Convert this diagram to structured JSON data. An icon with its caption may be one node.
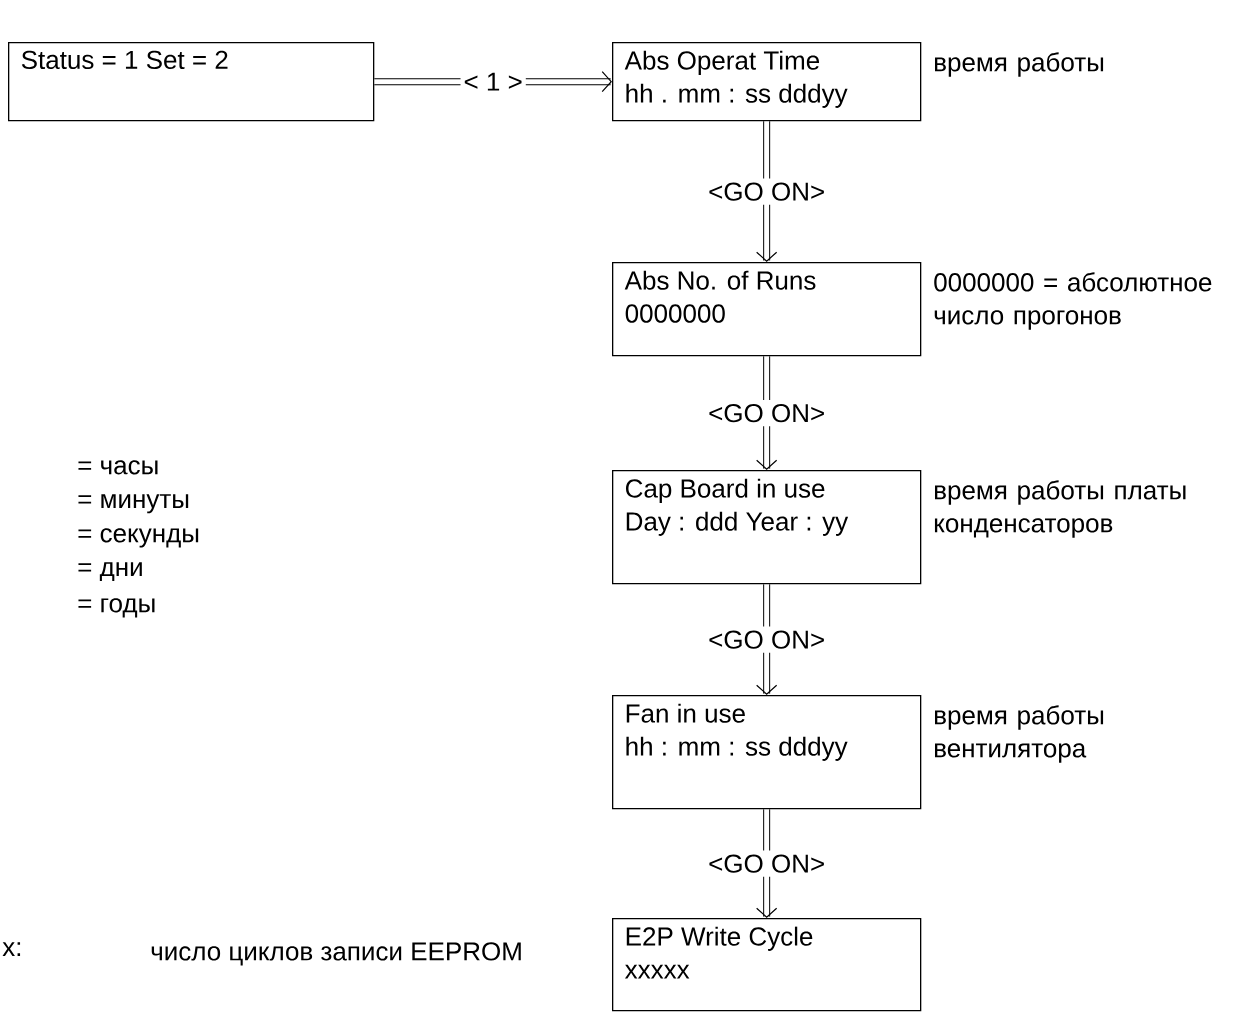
{
  "diagram": {
    "nodes": [
      {
        "text": [
          "Status = 1 Set = 2"
        ]
      },
      {
        "text": [
          "Abs Operat Time",
          "hh . mm : ss dddyy"
        ],
        "beside": [
          "время работы"
        ]
      },
      {
        "text": [
          "Abs No. of Runs",
          "0000000"
        ],
        "beside": [
          "0000000 = абсолютное число прогонов"
        ]
      },
      {
        "text": [
          "Cap Board in use",
          "Day : ddd Year : yy"
        ],
        "beside": [
          "время работы платы конденсаторов"
        ]
      },
      {
        "text": [
          "Fan in use",
          "hh : mm : ss dddyy"
        ],
        "beside": [
          "время работы вентилятора"
        ]
      },
      {
        "text": [
          "E2P Write Cycle",
          "xxxxx"
        ]
      }
    ],
    "edges": [
      {
        "from": 0,
        "to": 1,
        "arrow": "to",
        "label": "< 1 >"
      },
      {
        "from": 1,
        "to": 2,
        "arrow": "to",
        "label": "<GO ON>"
      },
      {
        "from": 2,
        "to": 3,
        "arrow": "to",
        "label": "<GO ON>"
      },
      {
        "from": 3,
        "to": 4,
        "arrow": "to",
        "label": "<GO ON>"
      },
      {
        "from": 4,
        "to": 5,
        "arrow": "to",
        "label": "<GO ON>"
      }
    ],
    "labels": [
      "= часы",
      "= минуты",
      "= секунды",
      "= дни",
      "= годы",
      "x:",
      "число циклов записи EEPROM"
    ]
  }
}
